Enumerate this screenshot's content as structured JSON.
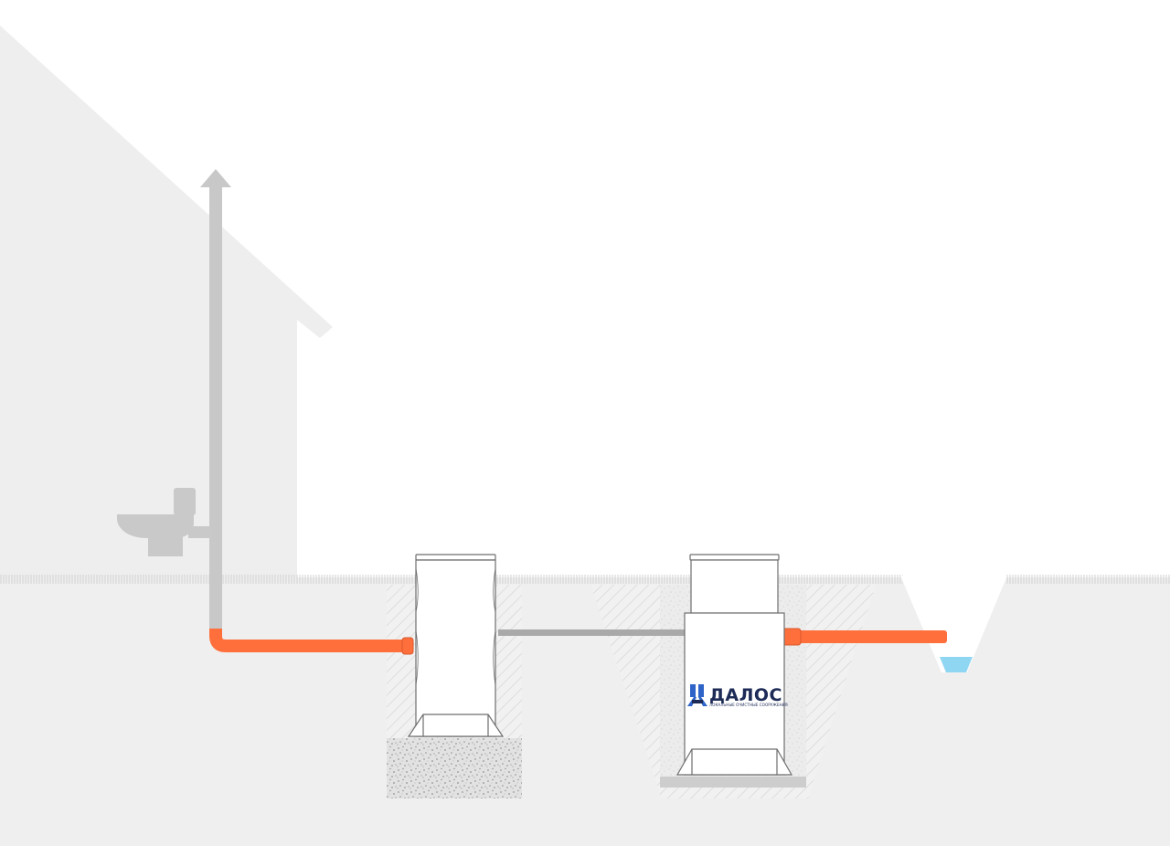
{
  "diagram": {
    "type": "septic-system-cross-section",
    "logo": {
      "brand_name": "ДАЛОС",
      "tagline": "ЛОКАЛЬНЫЕ ОЧИСТНЫЕ СООРУЖЕНИЯ",
      "icon": "dalos-logo-icon"
    },
    "colors": {
      "house": "#eeeeee",
      "ground": "#efefef",
      "soil_hatch": "#cfcfcf",
      "tank_fill": "#ffffff",
      "tank_stroke": "#6e6e6e",
      "vent_pipe": "#c8c8c8",
      "sewer_pipe": "#ff6f3c",
      "connector_pipe": "#a9a9a9",
      "water": "#8fd6f3",
      "logo_blue": "#2e63c8",
      "logo_dark": "#1d2b57"
    },
    "components": [
      "house",
      "vent-pipe",
      "toilet-icon",
      "inlet-pipe",
      "first-tank",
      "overflow-pipe",
      "second-tank",
      "outlet-pipe",
      "drainage-ditch",
      "water"
    ]
  }
}
